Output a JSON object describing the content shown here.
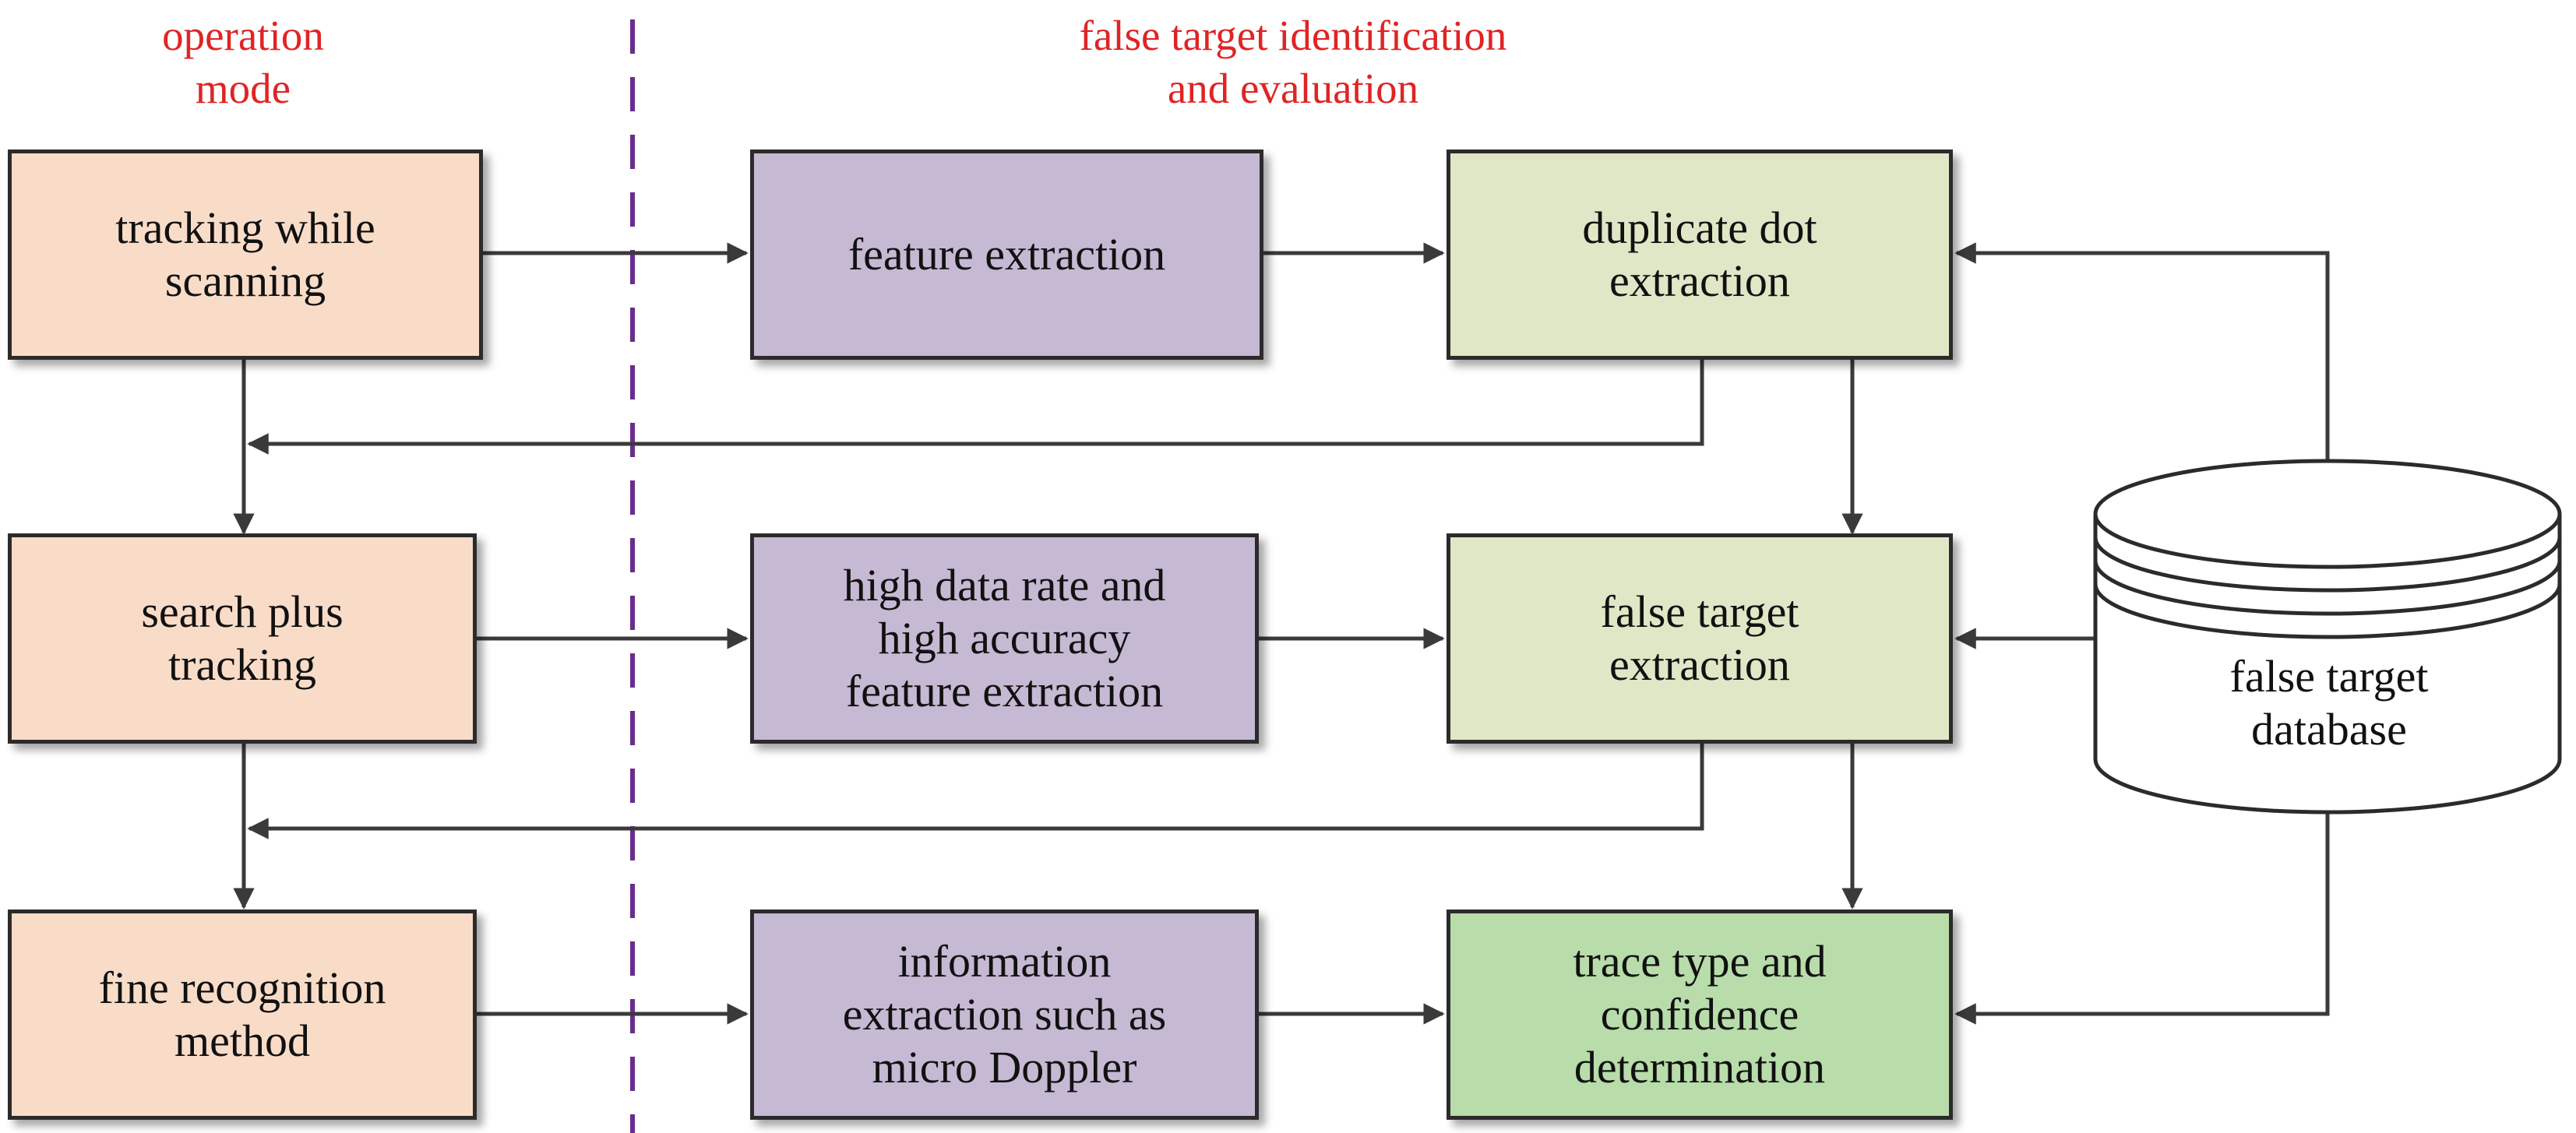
{
  "headings": {
    "left": "operation\nmode",
    "right": "false target identification\nand evaluation"
  },
  "modes": {
    "m1": "tracking while\nscanning",
    "m2": "search plus\ntracking",
    "m3": "fine recognition\nmethod"
  },
  "features": {
    "f1": "feature extraction",
    "f2": "high data rate and\nhigh accuracy\nfeature extraction",
    "f3": "information\nextraction such as\nmicro Doppler"
  },
  "results": {
    "r1": "duplicate dot\nextraction",
    "r2": "false target\nextraction",
    "r3": "trace type and\nconfidence\ndetermination"
  },
  "database": {
    "label": "false target\ndatabase"
  },
  "colors": {
    "heading": "#e02424",
    "divider": "#6a2c8e",
    "mode_fill": "#f9dcc8",
    "feature_fill": "#c6b9d3",
    "result_fill": "#dfe7c6",
    "final_fill": "#b8dcaa"
  }
}
